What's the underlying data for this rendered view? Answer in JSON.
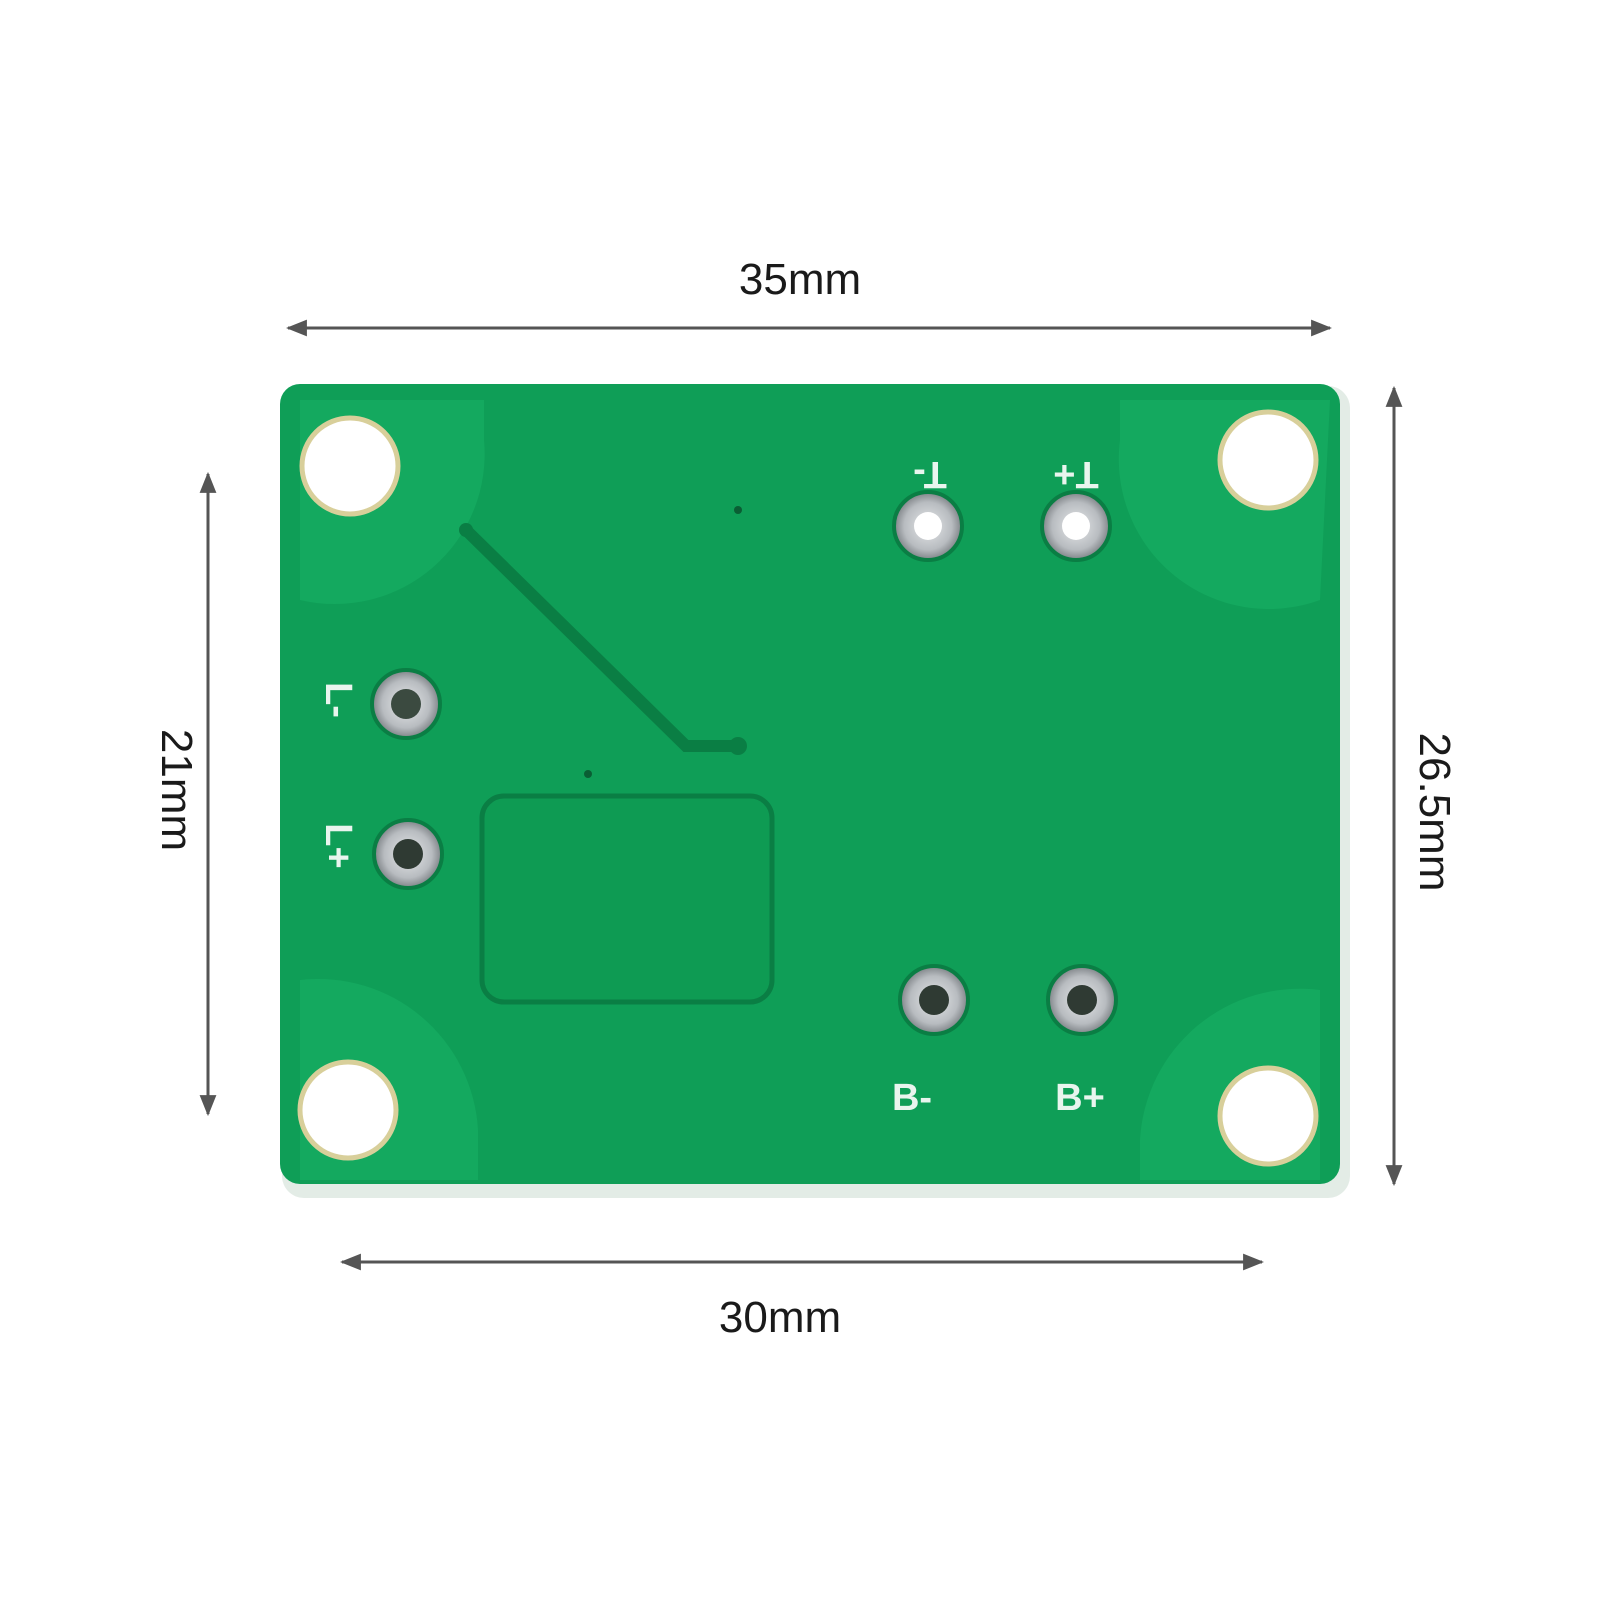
{
  "dimensions": {
    "top_width": "35mm",
    "bottom_width": "30mm",
    "left_height": "21mm",
    "right_height": "26.5mm"
  },
  "pads": {
    "t_minus": "T-",
    "t_plus": "T+",
    "l_minus": "L-",
    "l_plus": "L+",
    "b_minus": "B-",
    "b_plus": "B+"
  },
  "colors": {
    "board_green": "#0f9e57",
    "board_dark_green": "#0b8a4b",
    "silkscreen": "#e9f5ee",
    "pad_silver": "#b8bcc0",
    "dimension_line": "#555555"
  }
}
